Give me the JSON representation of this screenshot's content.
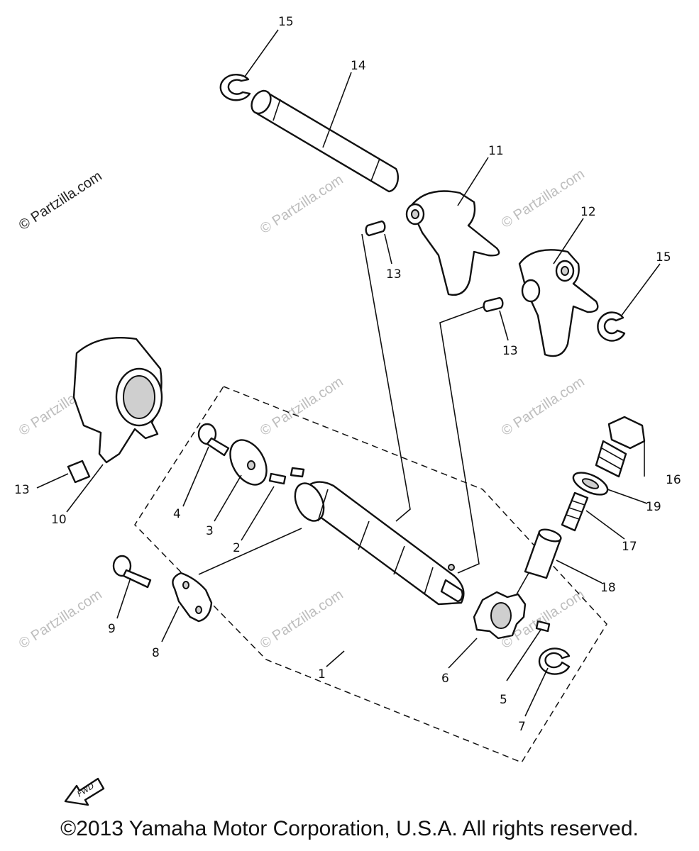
{
  "callouts": {
    "c1": "1",
    "c2": "2",
    "c3": "3",
    "c4": "4",
    "c5": "5",
    "c6": "6",
    "c7": "7",
    "c8": "8",
    "c9": "9",
    "c10": "10",
    "c11": "11",
    "c12": "12",
    "c13a": "13",
    "c13b": "13",
    "c13c": "13",
    "c14": "14",
    "c15a": "15",
    "c15b": "15",
    "c16": "16",
    "c17": "17",
    "c18": "18",
    "c19": "19"
  },
  "watermark": "© Partzilla.com",
  "fwd_label": "FWD",
  "copyright": "©2013 Yamaha Motor Corporation, U.S.A. All rights reserved."
}
